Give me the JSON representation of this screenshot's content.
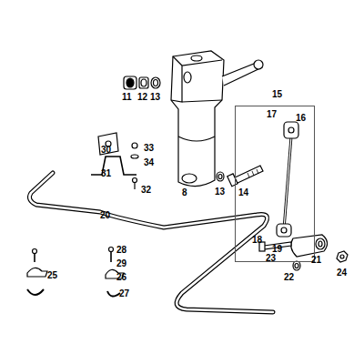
{
  "diagram": {
    "nodes": [
      {
        "text": [
          "15",
          "17",
          "16",
          "18",
          "19"
        ]
      }
    ],
    "labels": [
      "11",
      "12",
      "13",
      "8",
      "13",
      "14",
      "30",
      "33",
      "34",
      "31",
      "32",
      "20",
      "23",
      "21",
      "22",
      "24",
      "28",
      "29",
      "26",
      "25",
      "27"
    ]
  }
}
